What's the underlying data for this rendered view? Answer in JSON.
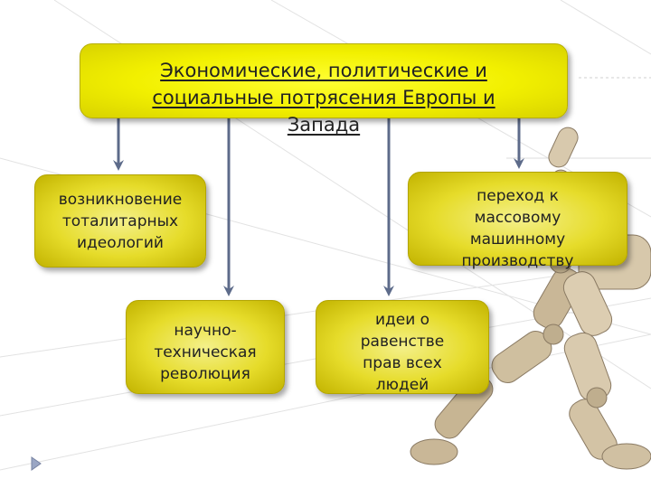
{
  "main_box": {
    "label": "Экономические, политические и\nсоциальные потрясения Европы и\nЗапада"
  },
  "sub_boxes": [
    {
      "label": "возникновение\nтоталитарных\nидеологий"
    },
    {
      "label": "научно-\nтехническая\nреволюция"
    },
    {
      "label": "идеи о\nравенстве\nправ всех\nлюдей"
    },
    {
      "label": "переход к\nмассовому\nмашинному\nпроизводству"
    }
  ],
  "colors": {
    "main_fill": "#f2f000",
    "sub_fill": "#e6dc2a",
    "arrow": "#5d6b8a"
  },
  "icons": [
    "navigation-triangle-icon",
    "wooden-mannequin-icon"
  ]
}
